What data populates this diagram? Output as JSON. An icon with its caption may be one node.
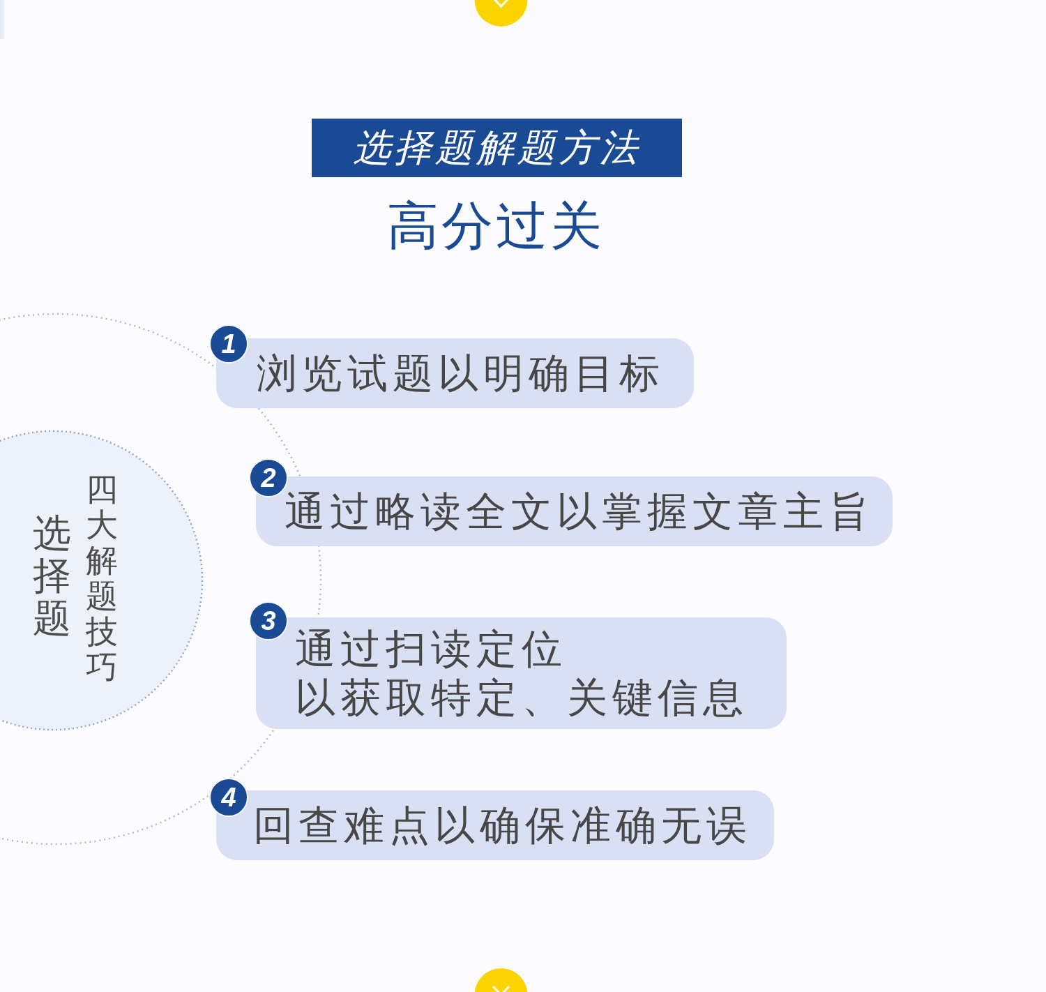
{
  "diagram": {
    "title": "选择题解题方法",
    "nodes": [
      {
        "text": [
          "选择题",
          "四大解题技巧"
        ]
      },
      {
        "text": [
          "1"
        ]
      },
      {
        "text": [
          "浏览试题以明确目标"
        ]
      },
      {
        "text": [
          "2"
        ]
      },
      {
        "text": [
          "通过略读全文以掌握文章主旨"
        ]
      },
      {
        "text": [
          "3"
        ]
      },
      {
        "text": [
          "通过扫读定位以获取特定、关键信息"
        ]
      },
      {
        "text": [
          "4"
        ]
      },
      {
        "text": [
          "回查难点以确保准确无误"
        ]
      }
    ],
    "labels": [
      "高分过关"
    ]
  }
}
